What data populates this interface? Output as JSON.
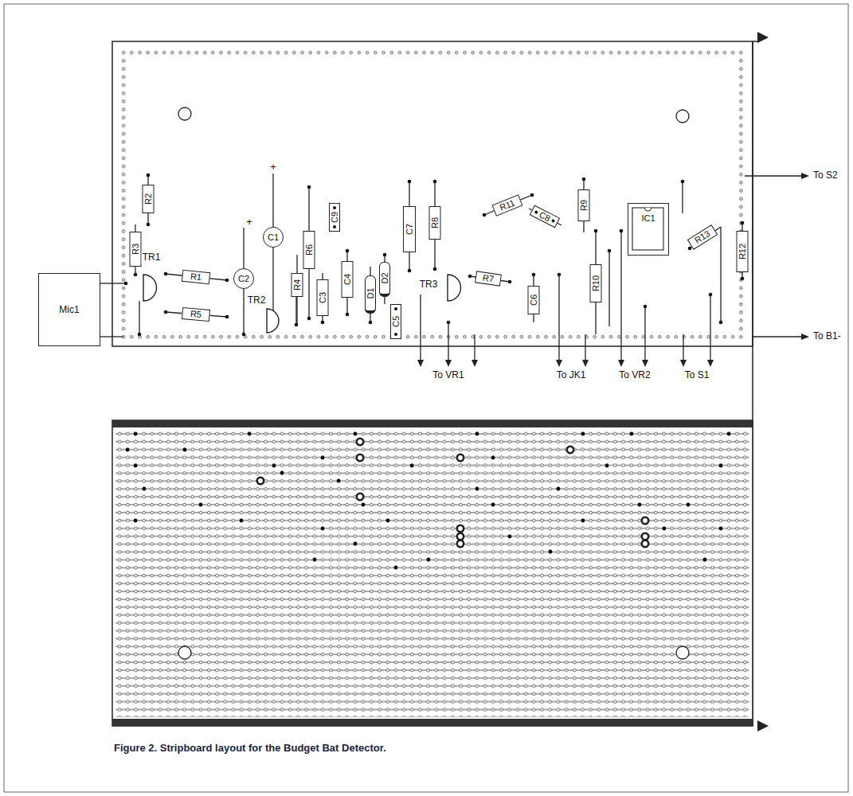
{
  "diagram": {
    "caption": "Figure 2. Stripboard layout for the Budget Bat Detector.",
    "nodes": [
      {
        "text": [
          "Mic1"
        ]
      },
      {
        "text": [
          "R2"
        ]
      },
      {
        "text": [
          "R3"
        ]
      },
      {
        "text": [
          "R1"
        ]
      },
      {
        "text": [
          "R5"
        ]
      },
      {
        "text": [
          "C2"
        ]
      },
      {
        "text": [
          "C1"
        ]
      },
      {
        "text": [
          "R6"
        ]
      },
      {
        "text": [
          "R4"
        ]
      },
      {
        "text": [
          "C9"
        ]
      },
      {
        "text": [
          "C3"
        ]
      },
      {
        "text": [
          "C4"
        ]
      },
      {
        "text": [
          "D1"
        ]
      },
      {
        "text": [
          "D2"
        ]
      },
      {
        "text": [
          "C5"
        ]
      },
      {
        "text": [
          "C7"
        ]
      },
      {
        "text": [
          "R8"
        ]
      },
      {
        "text": [
          "R7"
        ]
      },
      {
        "text": [
          "R11"
        ]
      },
      {
        "text": [
          "C8"
        ]
      },
      {
        "text": [
          "C6"
        ]
      },
      {
        "text": [
          "R9"
        ]
      },
      {
        "text": [
          "R10"
        ]
      },
      {
        "text": [
          "IC1"
        ]
      },
      {
        "text": [
          "R13"
        ]
      },
      {
        "text": [
          "R12"
        ]
      }
    ],
    "labels": [
      "TR1",
      "TR2",
      "TR3",
      "+",
      "+",
      "To S2",
      "To B1-",
      "To VR1",
      "To JK1",
      "To VR2",
      "To S1"
    ]
  }
}
